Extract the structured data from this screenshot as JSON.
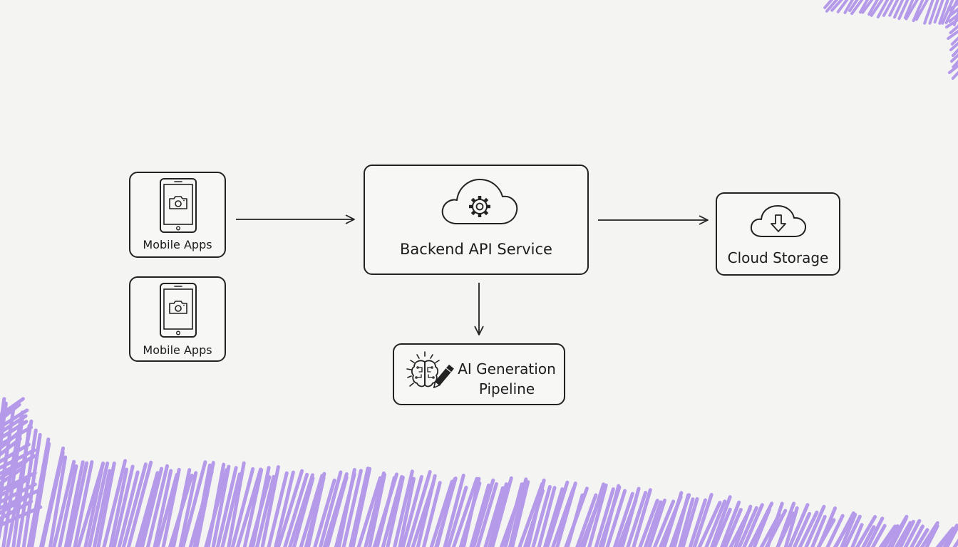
{
  "diagram": {
    "nodes": [
      {
        "id": "mobile-1",
        "label": "Mobile Apps",
        "icon": "smartphone-camera-icon"
      },
      {
        "id": "mobile-2",
        "label": "Mobile Apps",
        "icon": "smartphone-camera-icon"
      },
      {
        "id": "backend",
        "label": "Backend API Service",
        "icon": "cloud-gear-icon"
      },
      {
        "id": "storage",
        "label": "Cloud Storage",
        "icon": "cloud-download-icon"
      },
      {
        "id": "ai",
        "label_line1": "AI Generation",
        "label_line2": "Pipeline",
        "icon": "brain-pencil-icon"
      }
    ],
    "edges": [
      {
        "from": "mobile-1",
        "to": "backend"
      },
      {
        "from": "backend",
        "to": "storage"
      },
      {
        "from": "backend",
        "to": "ai"
      }
    ]
  },
  "colors": {
    "background": "#f4f4f3",
    "stroke": "#222222",
    "accent": "#a98be8"
  }
}
